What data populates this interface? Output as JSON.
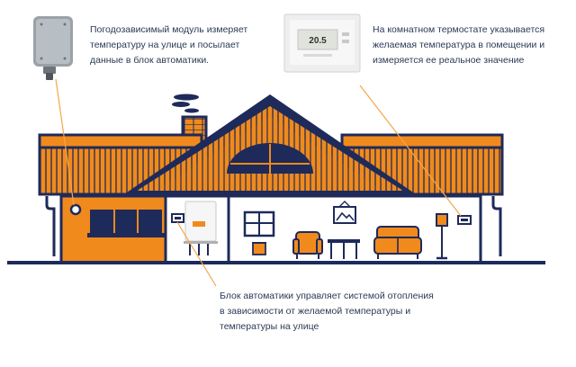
{
  "captions": {
    "outdoor_sensor": "Погодозависимый модуль измеряет температуру на улице и посылает данные в блок автоматики.",
    "room_thermostat": "На комнатном термостате указывается желаемая температура в помещении и измеряется ее реальное значение",
    "control_unit": "Блок автоматики управляет системой отопления в зависимости от желаемой температуры и температуры на улице"
  },
  "thermostat_display": {
    "temperature": "20.5"
  },
  "colors": {
    "orange": "#f08a1c",
    "navy": "#1e2a5a",
    "leader": "#f4a64a"
  }
}
